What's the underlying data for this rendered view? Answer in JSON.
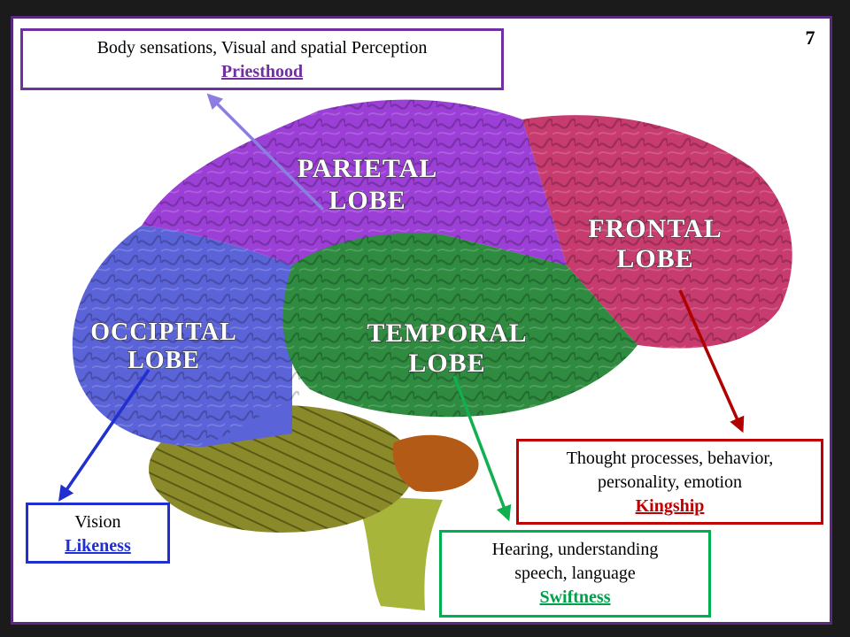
{
  "slide": {
    "page_number": "7"
  },
  "brain": {
    "colors": {
      "parietal": "#9b3fd6",
      "frontal": "#c73b6e",
      "temporal": "#2e8b3f",
      "occipital": "#5b63d8",
      "cerebellum": "#8a8a2a",
      "brainstem": "#a7b63a"
    },
    "lobes": {
      "parietal": {
        "line1": "Parietal",
        "line2": "lobe"
      },
      "frontal": {
        "line1": "Frontal",
        "line2": "lobe"
      },
      "temporal": {
        "line1": "Temporal",
        "line2": "lobe"
      },
      "occipital": {
        "line1": "Occipital",
        "line2": "lobe"
      }
    }
  },
  "callouts": {
    "parietal": {
      "text": "Body sensations, Visual and spatial Perception",
      "keyword": "Priesthood",
      "color": "#7030a0"
    },
    "occipital": {
      "text": "Vision",
      "keyword": "Likeness",
      "color": "#1f2fd0"
    },
    "frontal": {
      "line1": "Thought processes, behavior,",
      "line2": "personality, emotion",
      "keyword": "Kingship",
      "color": "#c00000"
    },
    "temporal": {
      "line1": "Hearing, understanding",
      "line2": "speech, language",
      "keyword": "Swiftness",
      "color": "#00b050"
    }
  }
}
